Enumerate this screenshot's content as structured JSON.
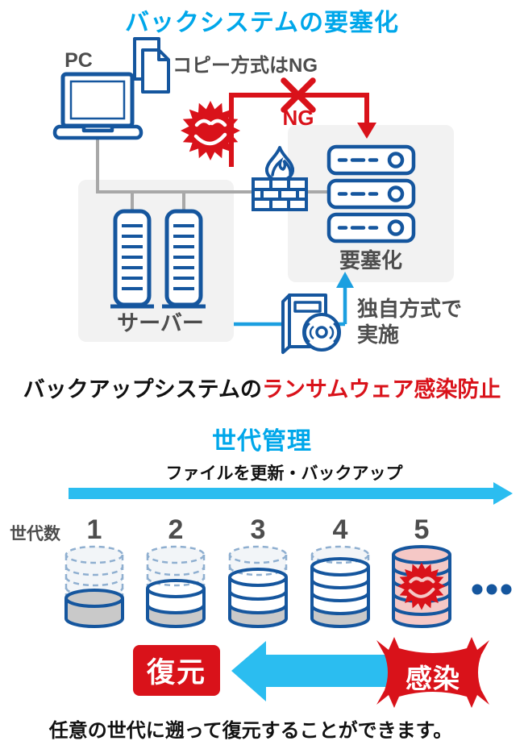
{
  "section1": {
    "title": "バックシステムの要塞化",
    "pc_label": "PC",
    "copy_note": "コピー方式はNG",
    "ng_label": "NG",
    "fortify_label": "要塞化",
    "server_label": "サーバー",
    "method_label": "独自方式で\n実施",
    "caption_black": "バックアップシステムの",
    "caption_red": "ランサムウェア感染防止"
  },
  "section2": {
    "title": "世代管理",
    "flow_label": "ファイルを更新・バックアップ",
    "gen_count_label": "世代数",
    "generations": [
      {
        "number": "1",
        "solid_discs": 1,
        "infected": false
      },
      {
        "number": "2",
        "solid_discs": 2,
        "infected": false
      },
      {
        "number": "3",
        "solid_discs": 3,
        "infected": false
      },
      {
        "number": "4",
        "solid_discs": 4,
        "infected": false
      },
      {
        "number": "5",
        "solid_discs": 5,
        "infected": true
      }
    ],
    "restore_label": "復元",
    "infect_label": "感染",
    "caption": "任意の世代に遡って復元することができます。"
  },
  "icons": {
    "laptop": "laptop-icon",
    "copy_document": "copy-document-icon",
    "virus": "virus-icon",
    "x_mark": "x-mark-icon",
    "flame": "flame-icon",
    "firewall": "firewall-icon",
    "rack_server": "rack-server-icon",
    "tower_server": "tower-server-icon",
    "backup_software_disc": "backup-software-disc-icon",
    "database_cylinder": "database-cylinder-icon",
    "ellipsis_dots": "ellipsis-icon"
  },
  "colors": {
    "accent_cyan": "#00a7ea",
    "icon_blue": "#15569e",
    "alert_red": "#d9121a",
    "arrow_cyan": "#2bbdf0",
    "connector_cyan": "#1b9fe0",
    "text_gray": "#4d4d4d",
    "panel_gray": "#f2f2f2",
    "disc_gray": "#c9c9c9",
    "infected_pink": "#f5c8c6"
  }
}
